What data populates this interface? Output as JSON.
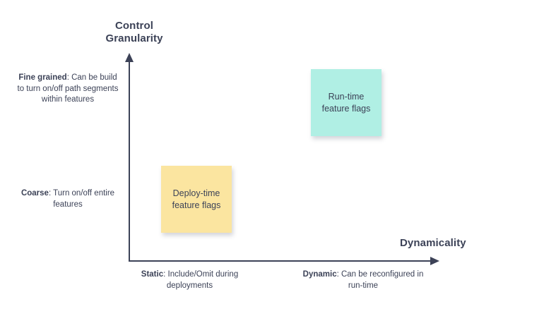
{
  "chart_data": {
    "type": "scatter",
    "title": "",
    "xlabel": "Dynamicality",
    "ylabel": "Control Granularity",
    "x_ticks": [
      {
        "key": "static",
        "bold": "Static",
        "rest": ": Include/Omit during deployments"
      },
      {
        "key": "dynamic",
        "bold": "Dynamic",
        "rest": ": Can be reconfigured in run-time"
      }
    ],
    "y_ticks": [
      {
        "key": "coarse",
        "bold": "Coarse",
        "rest": ": Turn on/off entire features"
      },
      {
        "key": "fine",
        "bold": "Fine grained",
        "rest": ": Can be build to turn on/off path segments within features"
      }
    ],
    "grid": false,
    "legend": "none",
    "points": [
      {
        "label": "Deploy-time feature flags",
        "x": "Static",
        "y": "Coarse",
        "color": "#FBE5A0"
      },
      {
        "label": "Run-time feature flags",
        "x": "Dynamic",
        "y": "Fine grained",
        "color": "#B0EFE4"
      }
    ]
  },
  "axes": {
    "y_title_line1": "Control",
    "y_title_line2": "Granularity",
    "x_title": "Dynamicality",
    "line_color": "#3C4257"
  },
  "y_labels": {
    "fine": {
      "bold": "Fine grained",
      "rest": ": Can be build to turn on/off path segments within features"
    },
    "coarse": {
      "bold": "Coarse",
      "rest": ": Turn on/off entire features"
    }
  },
  "x_labels": {
    "static": {
      "bold": "Static",
      "rest": ": Include/Omit during deployments"
    },
    "dynamic": {
      "bold": "Dynamic",
      "rest": ": Can be reconfigured in run-time"
    }
  },
  "notes": {
    "runtime": {
      "text": "Run-time feature flags",
      "color": "#B0EFE4"
    },
    "deploytime": {
      "text": "Deploy-time feature flags",
      "color": "#FBE5A0"
    }
  }
}
